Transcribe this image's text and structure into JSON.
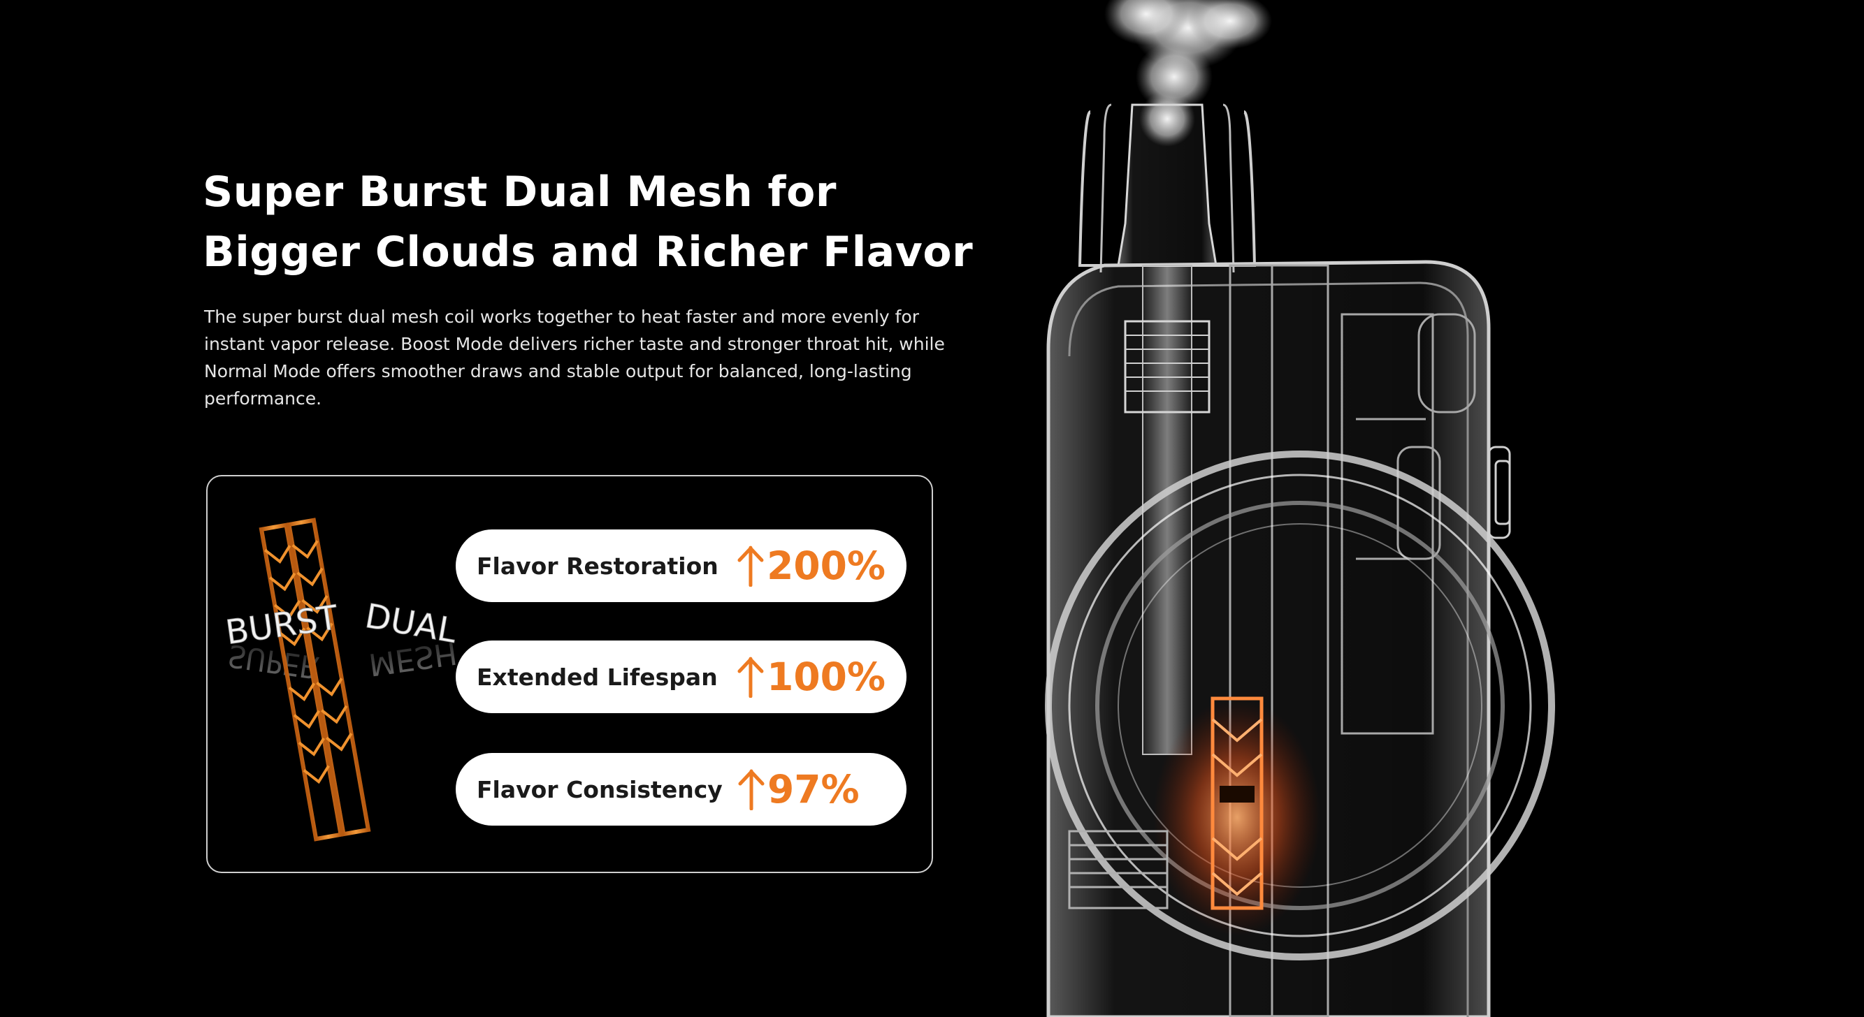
{
  "headline": {
    "line1": "Super Burst Dual Mesh for",
    "line2": "Bigger Clouds and Richer Flavor"
  },
  "description": "The super burst dual mesh coil works together to heat faster and more evenly for instant vapor release. Boost Mode delivers richer taste and stronger throat hit, while Normal Mode offers smoother draws and stable output for balanced, long-lasting performance.",
  "coil_graphic": {
    "word_left": "BURST",
    "word_right": "DUAL",
    "reflection_left": "SUPER",
    "reflection_right": "MESH"
  },
  "stats": [
    {
      "label": "Flavor Restoration",
      "value": "200%",
      "icon": "arrow-up-icon"
    },
    {
      "label": "Extended Lifespan",
      "value": "100%",
      "icon": "arrow-up-icon"
    },
    {
      "label": "Flavor Consistency",
      "value": "97%",
      "icon": "arrow-up-icon"
    }
  ],
  "colors": {
    "background": "#000000",
    "accent_orange": "#ee7a21",
    "pill_background": "#ffffff",
    "panel_border": "#cfcfcf"
  }
}
